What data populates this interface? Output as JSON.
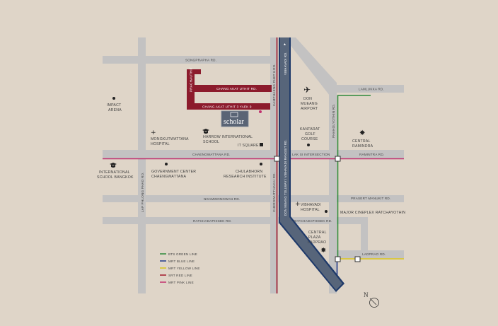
{
  "colors": {
    "background": "#dfd5c8",
    "road": "#c3c2c2",
    "project_road": "#8c1b2c",
    "expressway": "#57657a",
    "bts_green": "#2d8a3a",
    "mrt_blue": "#1f3a8a",
    "mrt_yellow": "#d6c21b",
    "srt_red": "#a3182a",
    "mrt_pink": "#c2306e"
  },
  "roads": {
    "songprapha": "SONGPRAPHA RD.",
    "chaengwattana": "CHAENGWATTANA RD.",
    "ngamwongwan": "NGAMWONGWAN RD.",
    "ratchadaphisek_west": "RATCHADAPHISEK RD.",
    "ratchadaphisek_east": "RATCHADAPHISEK RD.",
    "kamphaeng_phet": "KAMPHAENG PHET 6 RD.",
    "cheowatthakai": "CHERDWUTTHAKAI RD.",
    "phahonyothin": "PHAHOLYOTHIN RD.",
    "laplao": "LAP PHLONG PHAO RD.",
    "lamlukka": "LAMLUKKA RD.",
    "ramintra": "RAMINTRA RD.",
    "phasert_manukit": "PRASERT MANUKIT RD.",
    "ladprao": "LADPRAO RD.",
    "vibhavadi": "VIBHAVADI RD.",
    "expressway": "DON MUANG TOLLWAY / VIBHAVADI RANGSIT RD."
  },
  "project_roads": {
    "prachauthit": "PRACHAUTHIT",
    "chang_akat": "CHANG AKAT UTHIT RD.",
    "soi_9": "CHANG AKAT UTHIT 3 YAEK 9"
  },
  "places": {
    "impact": [
      "IMPACT",
      "ARENA"
    ],
    "mongkut": [
      "MONGKUTWATTANA",
      "HOSPITAL"
    ],
    "harrow": [
      "HARROW INTERNATIONAL",
      "SCHOOL"
    ],
    "it_square": "IT SQUARE",
    "isb": [
      "INTERNATIONAL",
      "SCHOOL BANGKOK"
    ],
    "govcenter": [
      "GOVERNMENT CENTER",
      "CHAENGWATTANA"
    ],
    "chulabhorn": [
      "CHULABHORN",
      "RESEARCH INSTITUTE"
    ],
    "airport": [
      "DON",
      "MUEANG",
      "AIRPORT"
    ],
    "kantarat": [
      "KANTARAT",
      "GOLF",
      "COURSE"
    ],
    "ramindra_mall": [
      "CENTRAL",
      "RAMINDRA"
    ],
    "lak_si": "LAK SI INTERSECTION",
    "vibhavadi_hospital": [
      "VIBHAVADI",
      "HOSPITAL"
    ],
    "major": "MAJOR CINEPLEX RATCHAYOTHIN",
    "central_plaza": [
      "CENTRAL",
      "PLAZA",
      "LADPRAO"
    ]
  },
  "project": {
    "brand": "scholar"
  },
  "legend": [
    {
      "label": "BTS GREEN LINE",
      "color": "#2d8a3a"
    },
    {
      "label": "MRT BLUE LINE",
      "color": "#1f3a8a"
    },
    {
      "label": "MRT YELLOW LINE",
      "color": "#d6c21b"
    },
    {
      "label": "SRT RED LINE",
      "color": "#a3182a"
    },
    {
      "label": "MRT PINK LINE",
      "color": "#c2306e"
    }
  ],
  "north": "N",
  "icons": {
    "airport": "airplane-icon",
    "hospital": "plus-icon",
    "school": "graduation-cap-icon",
    "mall": "shopping-bag-icon",
    "landmark": "starburst-icon",
    "place": "dot-icon"
  }
}
